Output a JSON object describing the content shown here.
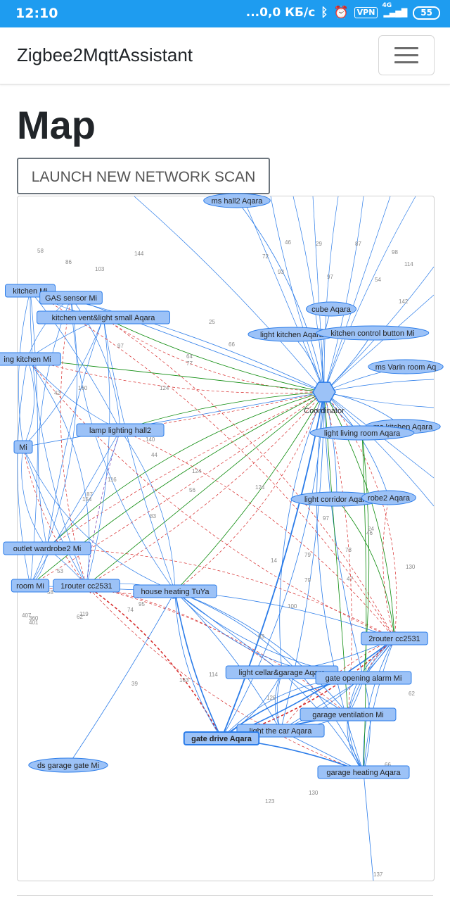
{
  "statusbar": {
    "time": "12:10",
    "speed": "...0,0 КБ/с",
    "vpn": "VPN",
    "network": "4G",
    "battery": "55",
    "icons": [
      "bluetooth-icon",
      "alarm-icon",
      "signal-icon"
    ]
  },
  "navbar": {
    "brand": "Zigbee2MqttAssistant",
    "menu_icon": "hamburger-icon"
  },
  "page": {
    "title": "Map",
    "scan_button": "LAUNCH NEW NETWORK SCAN"
  },
  "colors": {
    "node_fill": "#9cc2f7",
    "node_stroke": "#2b7ce9",
    "edge_blue": "#2b7ce9",
    "edge_green": "#0a8a0a",
    "edge_red": "#d62828"
  },
  "map": {
    "coordinator_label": "Coordinator",
    "nodes": [
      {
        "label": "ms hall2 Aqara"
      },
      {
        "label": "kitchen Mi"
      },
      {
        "label": "GAS sensor Mi"
      },
      {
        "label": "kitchen vent&light small Aqara"
      },
      {
        "label": "cube Aqara"
      },
      {
        "label": "light kitchen Aqara"
      },
      {
        "label": "kitchen control button Mi"
      },
      {
        "label": "ing kitchen Mi"
      },
      {
        "label": "ms Varin room Aq"
      },
      {
        "label": "ms kitchen Aqara"
      },
      {
        "label": "light living room Aqara"
      },
      {
        "label": "lamp lighting hall2"
      },
      {
        "label": "Mi"
      },
      {
        "label": "light corridor Aqara"
      },
      {
        "label": "robe2 Aqara"
      },
      {
        "label": "outlet wardrobe2 Mi"
      },
      {
        "label": "room Mi"
      },
      {
        "label": "1router cc2531"
      },
      {
        "label": "house heating TuYa"
      },
      {
        "label": "2router cc2531"
      },
      {
        "label": "light cellar&garage Aqara"
      },
      {
        "label": "gate opening alarm Mi"
      },
      {
        "label": "garage ventilation Mi"
      },
      {
        "label": "light the car Aqara"
      },
      {
        "label": "gate drive Aqara"
      },
      {
        "label": "ds garage gate Mi"
      },
      {
        "label": "garage heating Aqara"
      }
    ],
    "edge_labels": [
      "144",
      "46",
      "29",
      "87",
      "98",
      "114",
      "72",
      "93",
      "97",
      "54",
      "142",
      "103",
      "58",
      "86",
      "97",
      "77",
      "64",
      "25",
      "66",
      "124",
      "160",
      "42",
      "117",
      "58",
      "140",
      "154",
      "87",
      "124",
      "56",
      "44",
      "116",
      "83",
      "124",
      "79",
      "97",
      "78",
      "130",
      "53",
      "79",
      "47",
      "46",
      "24",
      "58",
      "360",
      "401",
      "407",
      "62",
      "119",
      "74",
      "95",
      "83",
      "126",
      "163",
      "39",
      "114",
      "123",
      "130",
      "137",
      "100",
      "62",
      "53",
      "66",
      "14"
    ]
  }
}
